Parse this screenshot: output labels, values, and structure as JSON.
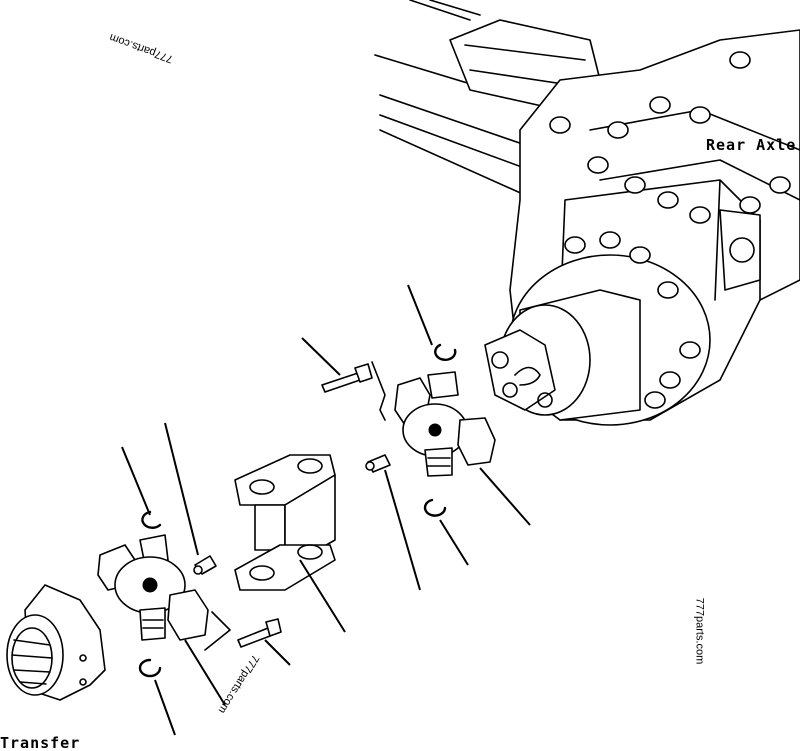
{
  "labels": {
    "rear_axle": "Rear Axle",
    "transfer": "Transfer"
  },
  "watermarks": [
    "777parts.com",
    "777parts.com",
    "777parts.com"
  ]
}
